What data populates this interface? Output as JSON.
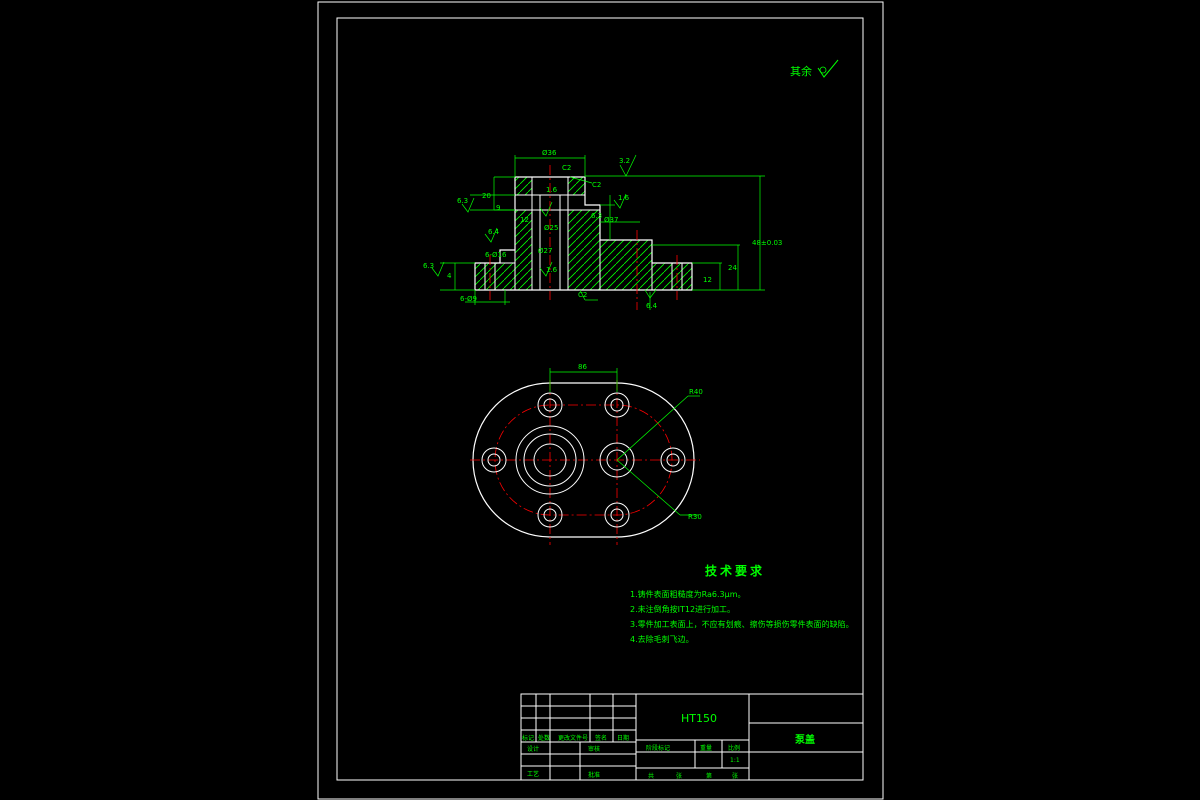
{
  "sheet": {
    "roughness_rest_label": "其余",
    "roughness_rest_value": "",
    "background": "#000000",
    "line_color": "#ffffff",
    "dimension_color": "#00ff00",
    "centerline_color": "#ff0000"
  },
  "section_view": {
    "dims": {
      "bore_top": "Ø36",
      "chamfer_top": "C2",
      "chamfer_right": "C2",
      "chamfer_bottom": "C2",
      "rough_top": "3.2",
      "rough_left_top": "6.3",
      "rough_left_mid": "6.4",
      "rough_left_low": "6.3",
      "rough_right_mid": "6.3",
      "rough_right_low": "6.4",
      "rough_bore": "1.6",
      "rough_bore2": "1.6",
      "holes_note": "6-Ø16",
      "holes_note2": "6-Ø9",
      "bore_mid": "Ø25",
      "bore_low": "Ø27",
      "bore_right": "Ø37",
      "v_depth1": "20",
      "v_depth2": "9",
      "v_small1": "4",
      "v_small2": "12",
      "v_small3": "1.6",
      "v_flange": "12",
      "v_right1": "24",
      "v_total": "48±0.03"
    }
  },
  "plan_view": {
    "dims": {
      "pitch": "86",
      "r_outer": "R40",
      "r_inner": "R30"
    }
  },
  "notes": {
    "title": "技术要求",
    "items": [
      "1.铸件表面粗糙度为Ra6.3μm。",
      "2.未注倒角按IT12进行加工。",
      "3.零件加工表面上，不应有划痕、擦伤等损伤零件表面的缺陷。",
      "4.去除毛刺飞边。"
    ]
  },
  "title_block": {
    "material": "HT150",
    "part_name": "泵盖",
    "scale_value": "1:1",
    "row1": [
      "标记",
      "处数",
      "更改文件号",
      "签名",
      "日期"
    ],
    "row2_left": "设计",
    "row_stage": [
      "阶段标记",
      "重量",
      "比例"
    ],
    "row_audit": "审核",
    "row_process": "工艺",
    "row_approve": "批准",
    "row_sheet": [
      "共",
      "张",
      "第",
      "张"
    ]
  }
}
